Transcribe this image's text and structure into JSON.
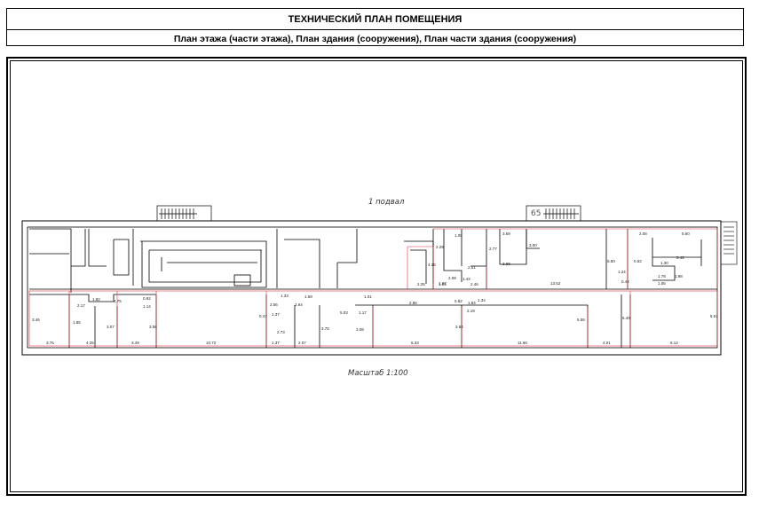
{
  "header": {
    "title": "ТЕХНИЧЕСКИЙ ПЛАН ПОМЕЩЕНИЯ",
    "subtitle": "План этажа (части этажа), План здания (сооружения), План части здания (сооружения)"
  },
  "plan": {
    "floor_label": "1 подвал",
    "scale_label": "Масштаб 1:100",
    "number_mark": "65",
    "dimensions": [
      "3.46",
      "2.17",
      "1.85",
      "1.82",
      "4.75",
      "0.92",
      "1.14",
      "3.07",
      "3.58",
      "3.76",
      "4.25",
      "3.49",
      "10.72",
      "1.33",
      "0.47",
      "2.56",
      "1.37",
      "2.73",
      "1.37",
      "2.64",
      "2.07",
      "1.59",
      "3.75",
      "5.03",
      "1.17",
      "3.08",
      "1.01",
      "2.86",
      "6.33",
      "4.15",
      "2.25",
      "1.95",
      "1.77",
      "1.05",
      "2.29",
      "2.08",
      "2.51",
      "1.43",
      "2.46",
      "3.69",
      "2.77",
      "3.88",
      "3.00",
      "1.34",
      "0.82",
      "1.84",
      "2.19",
      "3.84",
      "11.86",
      "13.52",
      "5.58",
      "5.50",
      "1.24",
      "0.42",
      "4.01",
      "0.52",
      "2.08",
      "5.60",
      "1.30",
      "5.42",
      "1.78",
      "1.05",
      "1.98",
      "5.40",
      "8.12",
      "5.57"
    ]
  }
}
